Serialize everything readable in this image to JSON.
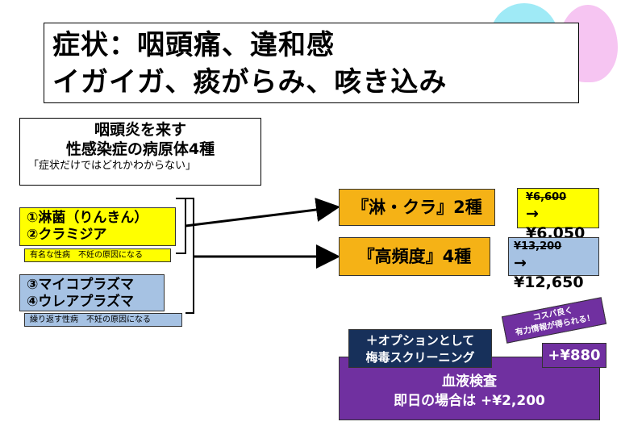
{
  "title": {
    "line1": "症状：咽頭痛、違和感",
    "line2": "イガイガ、痰がらみ、咳き込み"
  },
  "intro": {
    "line1": "咽頭炎を来す",
    "line2": "性感染症の病原体4種",
    "note": "「症状だけではどれかわからない」"
  },
  "group_a": {
    "item1": "①淋菌（りんきん）",
    "item2": "②クラミジア",
    "tag": "有名な性病　不妊の原因になる"
  },
  "group_b": {
    "item1": "③マイコプラズマ",
    "item2": "④ウレアプラズマ",
    "tag": "繰り返す性病　不妊の原因になる"
  },
  "test_2": {
    "label": "『淋・クラ』2種",
    "old_price": "¥6,600",
    "new_price": "→ ¥6,050"
  },
  "test_4": {
    "label": "『高頻度』4種",
    "old_price": "¥13,200",
    "new_price": "→ ¥12,650"
  },
  "option": {
    "line1": "＋オプションとして",
    "line2": "梅毒スクリーニング",
    "badge_line1": "コスパ良く",
    "badge_line2": "有力情報が得られる！",
    "price": "+¥880"
  },
  "blood": {
    "line1": "血液検査",
    "line2": "即日の場合は +¥2,200"
  },
  "colors": {
    "yellow": "#ffff00",
    "blue": "#a6c2e3",
    "orange": "#f5b216",
    "purple": "#7030a0",
    "navy": "#17305a"
  }
}
